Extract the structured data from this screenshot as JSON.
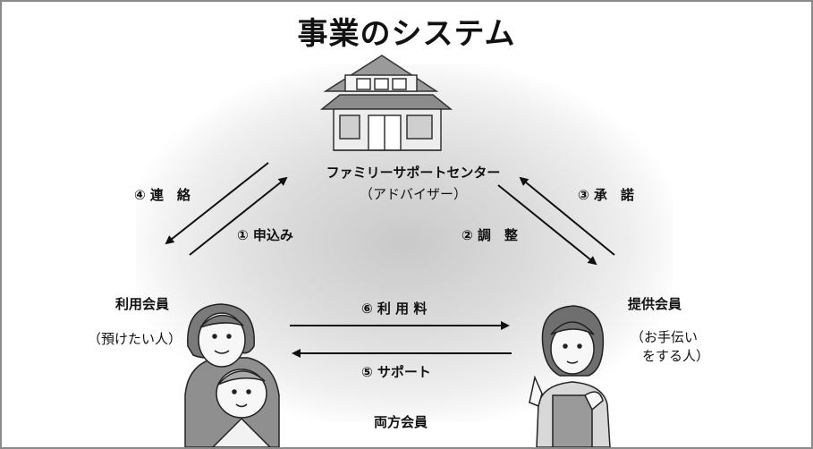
{
  "title": "事業のシステム",
  "center": {
    "name": "ファミリーサポートセンター",
    "subtitle": "（アドバイザー）"
  },
  "users": {
    "label": "利用会員",
    "note": "（預けたい人）"
  },
  "providers": {
    "label": "提供会員",
    "note_line1": "（お手伝い",
    "note_line2": "をする人）"
  },
  "both": {
    "label": "両方会員"
  },
  "flows": {
    "apply": "① 申込み",
    "adjust": "② 調　整",
    "accept": "③ 承　諾",
    "contact": "④ 連　絡",
    "support": "⑤ サポート",
    "fee": "⑥ 利 用 料"
  }
}
